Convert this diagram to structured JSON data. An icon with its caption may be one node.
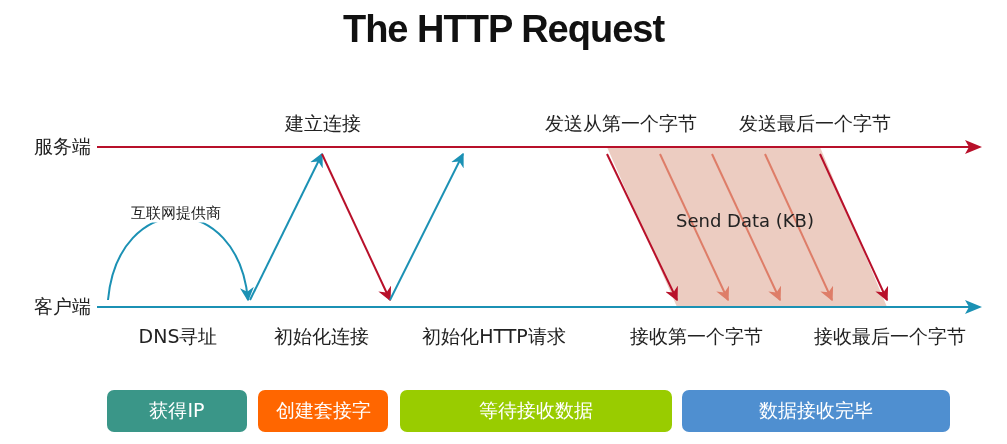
{
  "diagram": {
    "title": "The HTTP Request",
    "nodes": [
      {
        "text": [],
        "shape": "bar",
        "beside": [
          "服务端"
        ]
      },
      {
        "text": [],
        "shape": "bar",
        "beside": [
          "客户端"
        ]
      },
      {
        "text": [
          "获得IP"
        ]
      },
      {
        "text": [
          "创建套接字"
        ]
      },
      {
        "text": [
          "等待接收数据"
        ]
      },
      {
        "text": [
          "数据接收完毕"
        ]
      }
    ],
    "edges": [
      {
        "from": 1,
        "to": 1,
        "arrow": "to",
        "label": "互联网提供商",
        "color": "#1b91b4"
      },
      {
        "from": 1,
        "to": 0,
        "arrow": "to",
        "color": "#1b91b4"
      },
      {
        "from": 0,
        "to": 1,
        "arrow": "to",
        "color": "#b8102a"
      },
      {
        "from": 1,
        "to": 0,
        "arrow": "to",
        "color": "#1b91b4"
      },
      {
        "from": 0,
        "to": 1,
        "arrow": "to",
        "color": "#b8102a"
      },
      {
        "from": 0,
        "to": 1,
        "arrow": "to",
        "color": "#de7d68"
      },
      {
        "from": 0,
        "to": 1,
        "arrow": "to",
        "color": "#de7d68"
      },
      {
        "from": 0,
        "to": 1,
        "arrow": "to",
        "color": "#de7d68"
      },
      {
        "from": 0,
        "to": 1,
        "arrow": "to",
        "color": "#b8102a"
      }
    ],
    "labels": [
      "建立连接",
      "发送从第一个字节",
      "发送最后一个字节",
      "Send Data (KB)",
      "DNS寻址",
      "初始化连接",
      "初始化HTTP请求",
      "接收第一个字节",
      "接收最后一个字节"
    ]
  }
}
